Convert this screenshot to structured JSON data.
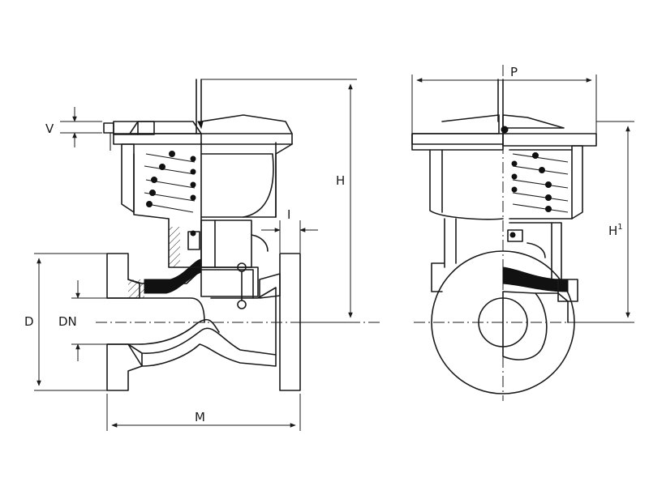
{
  "labels": {
    "V": "V",
    "H": "H",
    "I": "I",
    "D": "D",
    "DN": "DN",
    "M": "M",
    "P": "P",
    "H1": "H",
    "H1_sup": "1"
  }
}
